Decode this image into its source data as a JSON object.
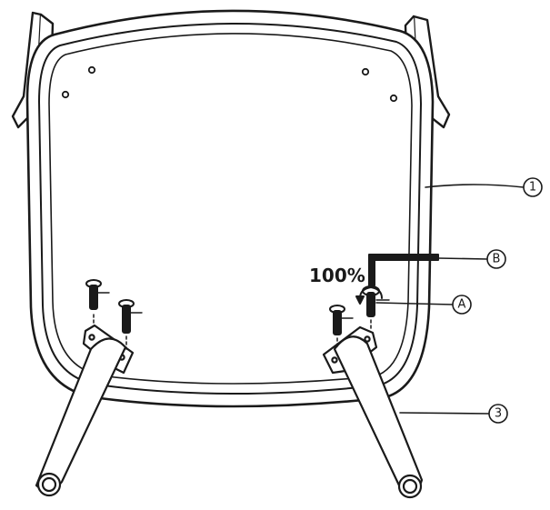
{
  "diagram": {
    "torque_label": "100%",
    "callouts": [
      {
        "id": "seat",
        "symbol": "1"
      },
      {
        "id": "hex",
        "symbol": "B"
      },
      {
        "id": "bolt",
        "symbol": "A"
      },
      {
        "id": "leg",
        "symbol": "3"
      }
    ]
  },
  "colors": {
    "stroke": "#1a1a1a",
    "fill": "#ffffff"
  }
}
